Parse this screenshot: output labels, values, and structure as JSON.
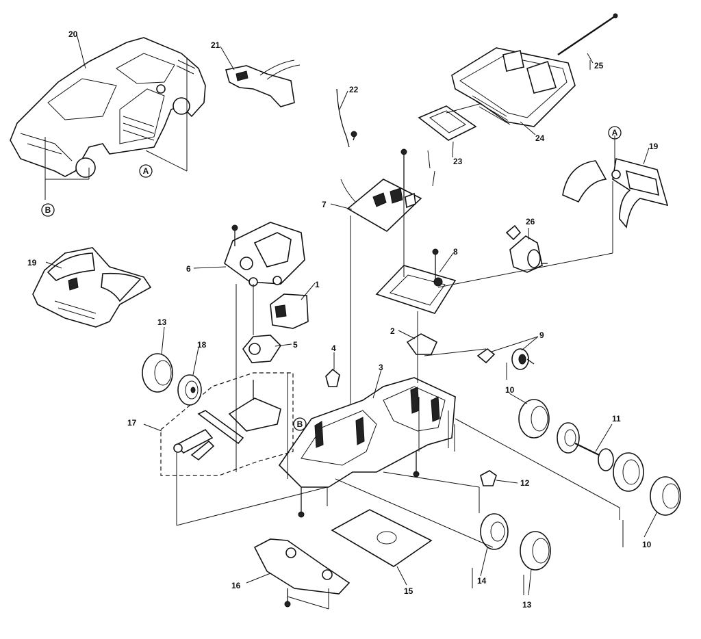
{
  "callouts": {
    "c1": "1",
    "c2": "2",
    "c3": "3",
    "c4": "4",
    "c5": "5",
    "c6": "6",
    "c7": "7",
    "c8": "8",
    "c9": "9",
    "c10a": "10",
    "c10b": "10",
    "c11": "11",
    "c12": "12",
    "c13a": "13",
    "c13b": "13",
    "c14": "14",
    "c15": "15",
    "c16": "16",
    "c17": "17",
    "c18": "18",
    "c19a": "19",
    "c19b": "19",
    "c20": "20",
    "c21": "21",
    "c22": "22",
    "c23": "23",
    "c24": "24",
    "c25": "25",
    "c26": "26"
  },
  "reference_marks": {
    "a_body": "A",
    "a_bumper": "A",
    "b_body": "B",
    "b_chassis": "B"
  }
}
